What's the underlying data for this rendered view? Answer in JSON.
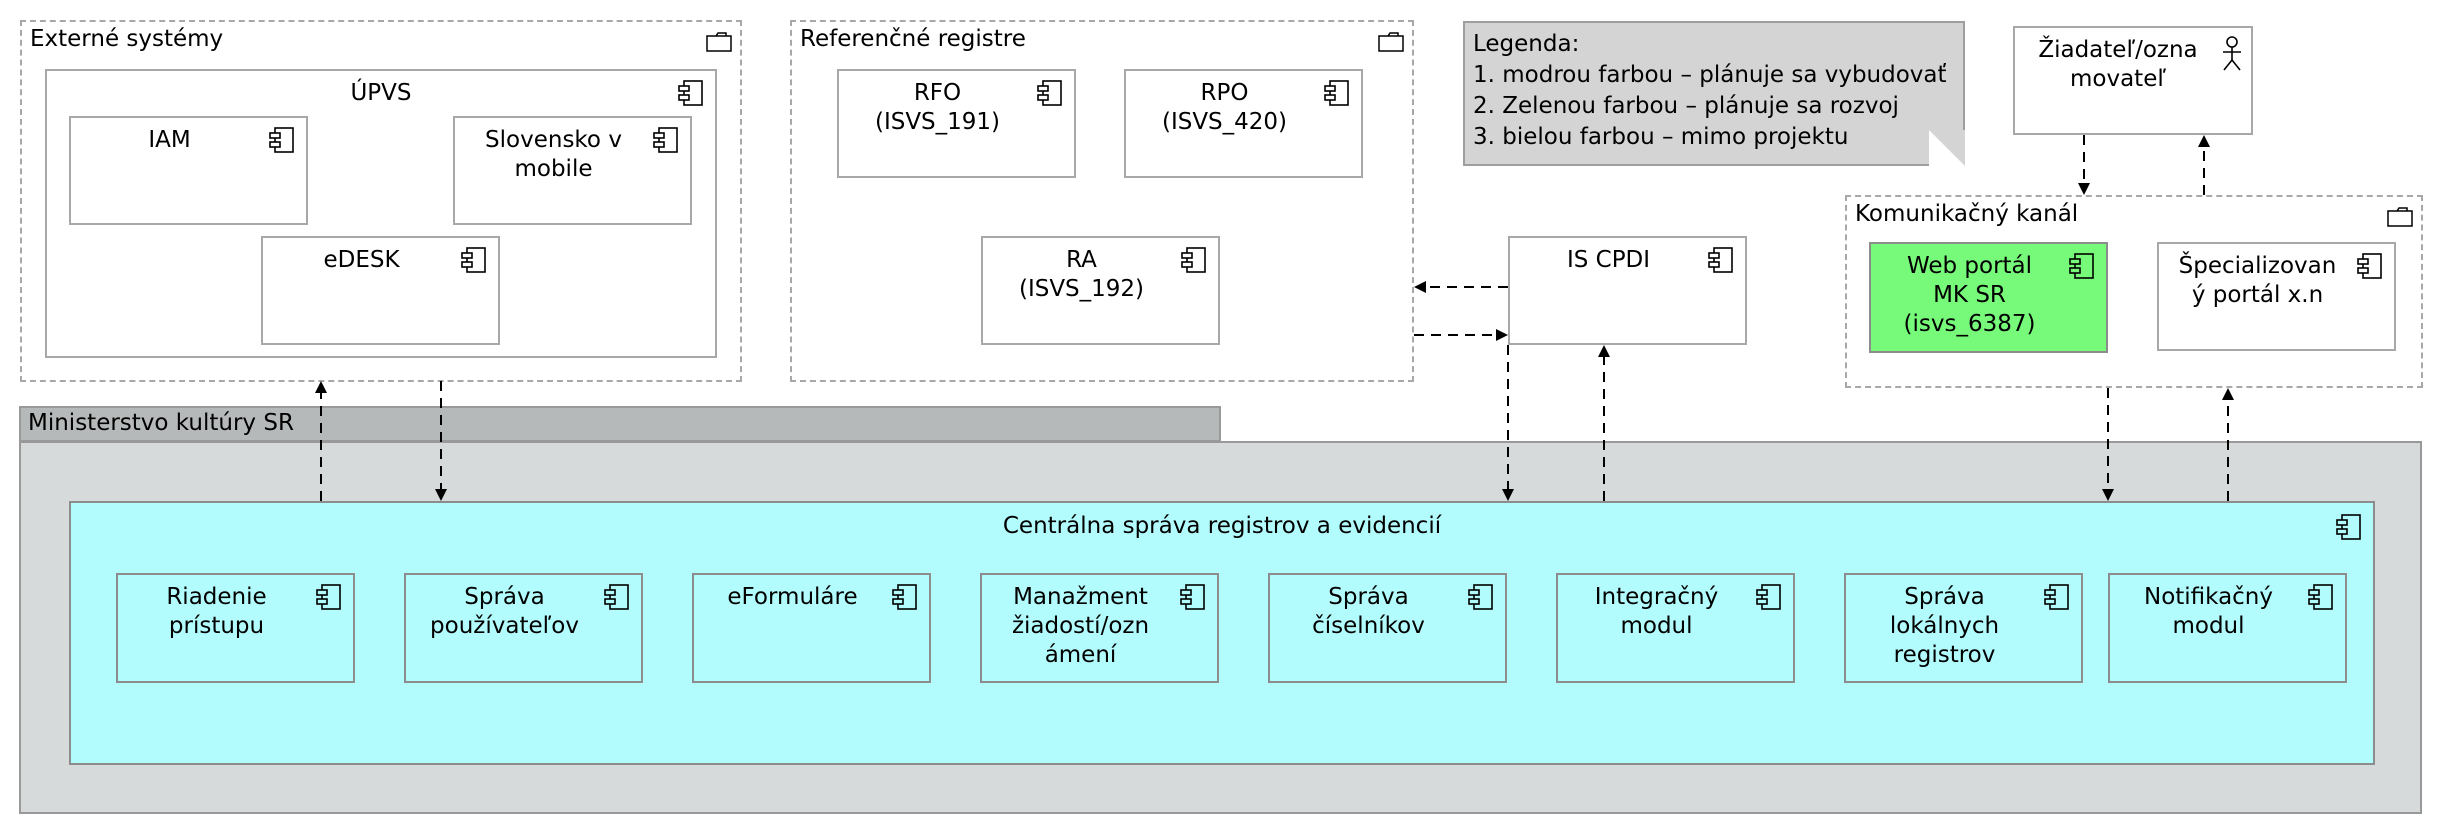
{
  "packages": {
    "externe": {
      "title": "Externé systémy"
    },
    "referencne": {
      "title": "Referenčné registre"
    },
    "komunikacny": {
      "title": "Komunikačný kanál"
    },
    "ministerstvo": {
      "title": "Ministerstvo kultúry SR"
    }
  },
  "components": {
    "upvs": "ÚPVS",
    "iam": "IAM",
    "slovensko_mobile": "Slovensko v\nmobile",
    "edesk": "eDESK",
    "rfo": "RFO\n(ISVS_191)",
    "rpo": "RPO\n(ISVS_420)",
    "ra": "RA\n(ISVS_192)",
    "is_cpdi": "IS CPDI",
    "web_portal": "Web portál\nMK SR\n(isvs_6387)",
    "specializovany": "Špecializovan\ný portál x.n",
    "central": "Centrálna správa registrov a evidencií",
    "riadenie": "Riadenie\nprístupu",
    "sprava_pouz": "Správa\npoužívateľov",
    "eformulare": "eFormuláre",
    "manazment": "Manažment\nžiadostí/ozn\námení",
    "sprava_cis": "Správa\nčíselníkov",
    "integracny": "Integračný\nmodul",
    "sprava_lok": "Správa\nlokálnych\nregistrov",
    "notifikacny": "Notifikačný\nmodul"
  },
  "actor": {
    "label": "Žiadateľ/ozna\nmovateľ"
  },
  "legend": {
    "title": "Legenda:",
    "line1": "1. modrou farbou – plánuje sa vybudovať",
    "line2": "2. Zelenou farbou – plánuje sa rozvoj",
    "line3": "3. bielou farbou – mimo projektu"
  },
  "colors": {
    "planned_new": "#b3fcfd",
    "planned_development": "#77f97a",
    "out_of_scope": "#ffffff",
    "ministerstvo_bg": "#d6dadb",
    "legend_bg": "#d4d4d4"
  }
}
